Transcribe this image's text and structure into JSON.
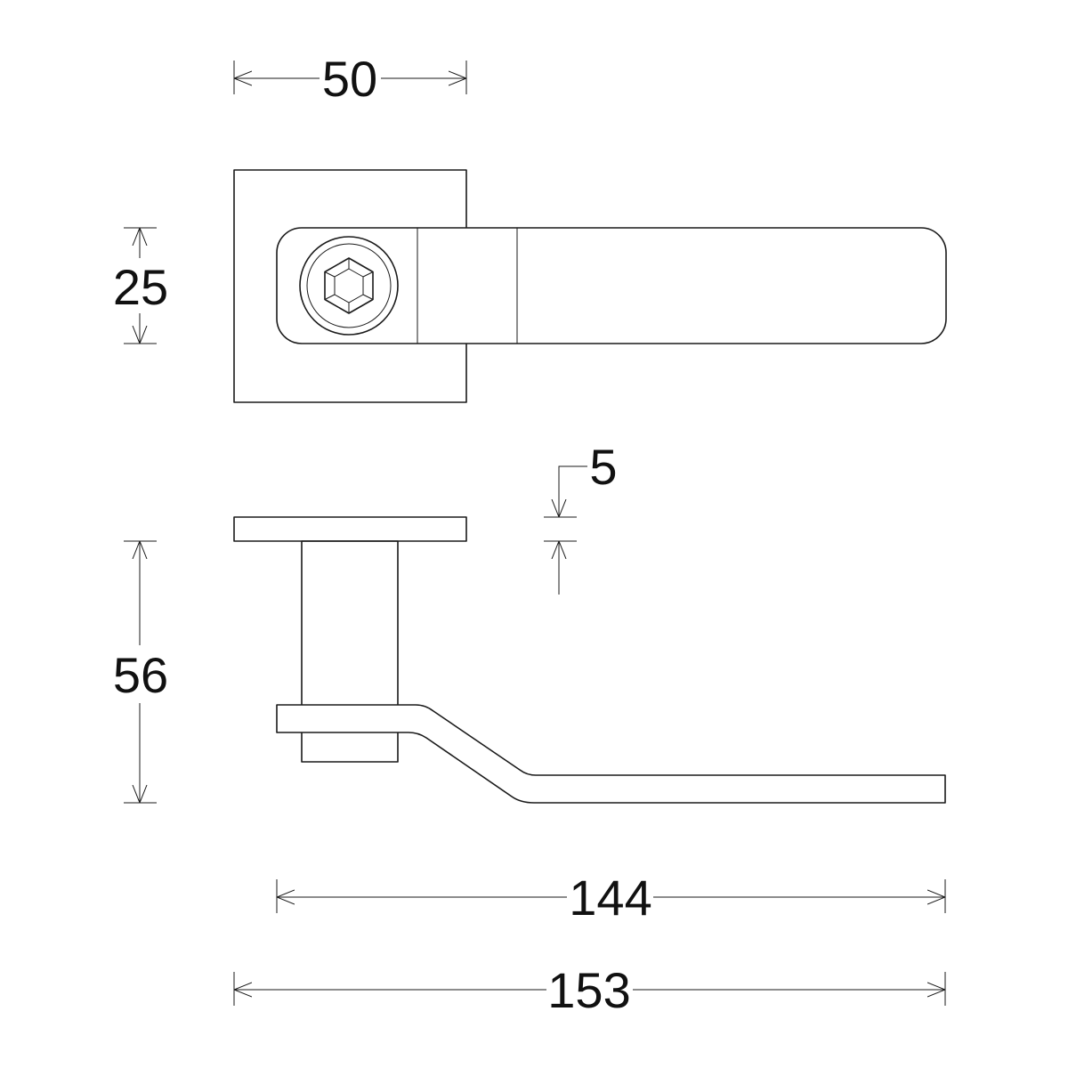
{
  "dimensions": {
    "rose_width": "50",
    "lever_height": "25",
    "rose_thickness": "5",
    "projection": "56",
    "lever_length": "144",
    "overall_length": "153"
  }
}
